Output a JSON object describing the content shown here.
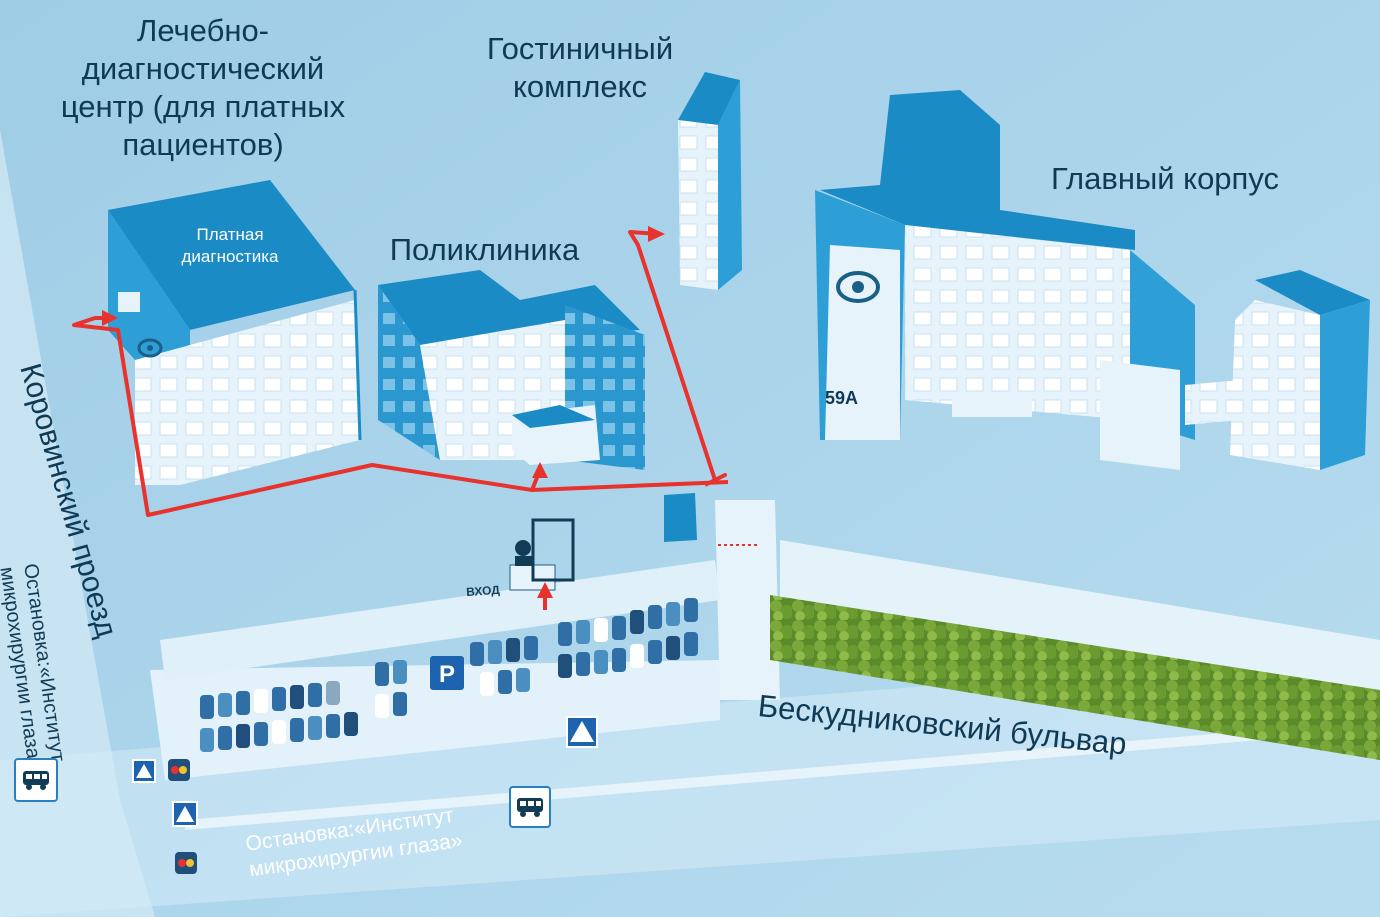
{
  "labels": {
    "diagnostic_center": [
      "Лечебно-",
      "диагностический",
      "центр (для платных",
      "пациентов)"
    ],
    "paid_diagnostics": [
      "Платная",
      "диагностика"
    ],
    "hotel_complex": [
      "Гостиничный",
      "комплекс"
    ],
    "polyclinic": "Поликлиника",
    "main_building": "Главный корпус",
    "building_number": "59А",
    "entrance": "ВХОД",
    "street_korovinsky": "Коровинский проезд",
    "street_beskudnikovsky": "Бескудниковский бульвар",
    "stop_left": [
      "Остановка:«Институт",
      "микрохирургии глаза»"
    ],
    "stop_bottom": [
      "Остановка:«Институт",
      "микрохирургии глаза»"
    ],
    "parking_letter": "P"
  },
  "icons": {
    "bus_stop": "bus-icon",
    "parking": "parking-icon",
    "crosswalk": "pedestrian-crossing-icon",
    "traffic_light": "traffic-light-icon",
    "logo": "eye-logo-icon",
    "guard": "security-guard-icon",
    "route": "route-arrow-icon"
  },
  "colors": {
    "background": "#a9d3ea",
    "building_top": "#1a8bc4",
    "building_side": "#2d9fd6",
    "building_face": "#e8f4fb",
    "route": "#e8322d",
    "road": "#d6ecf7",
    "trees": "#5b8a2a"
  }
}
